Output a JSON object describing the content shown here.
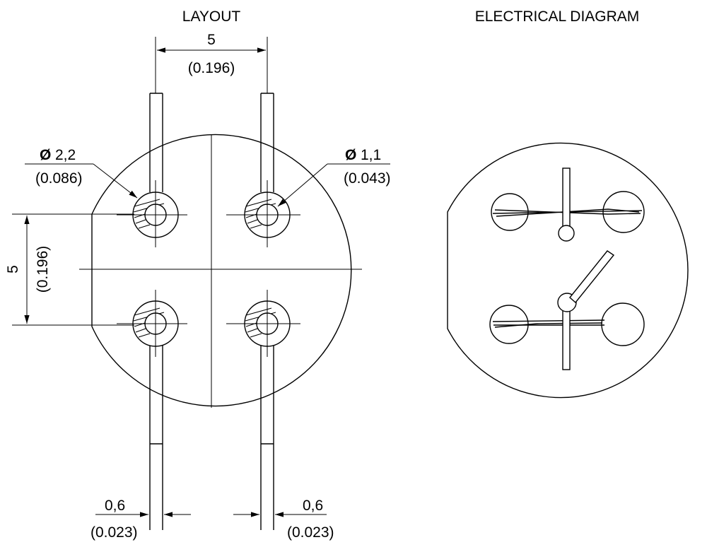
{
  "titles": {
    "layout": "LAYOUT",
    "electrical": "ELECTRICAL DIAGRAM"
  },
  "dimensions": {
    "pitch_h_mm": "5",
    "pitch_h_in": "(0.196)",
    "pitch_v_mm": "5",
    "pitch_v_in": "(0.196)",
    "pad_diameter_mm": "2,2",
    "pad_diameter_in": "(0.086)",
    "hole_diameter_mm": "1,1",
    "hole_diameter_in": "(0.043)",
    "lead_width_left_mm": "0,6",
    "lead_width_left_in": "(0.023)",
    "lead_width_right_mm": "0,6",
    "lead_width_right_in": "(0.023)"
  },
  "symbols": {
    "diameter": "Ø"
  }
}
